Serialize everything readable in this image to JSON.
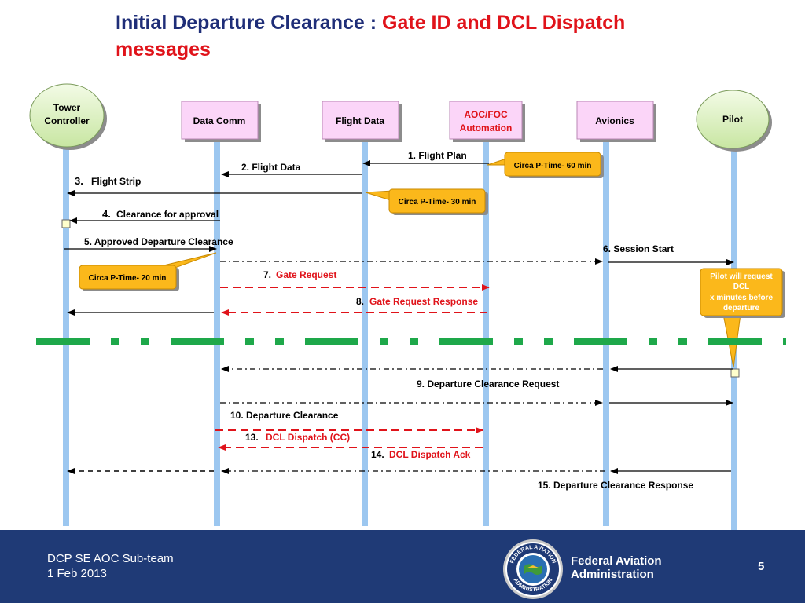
{
  "title": {
    "part1": "Initial Departure Clearance : ",
    "part2": "Gate ID and DCL Dispatch",
    "part3": "messages"
  },
  "lanes": {
    "tower_line1": "Tower",
    "tower_line2": "Controller",
    "datacomm": "Data Comm",
    "flightdata": "Flight Data",
    "aoc_line1": "AOC/FOC",
    "aoc_line2": "Automation",
    "avionics": "Avionics",
    "pilot": "Pilot"
  },
  "messages": {
    "m1": "1.  Flight Plan",
    "m2": "2.  Flight Data",
    "m3_num": "3.",
    "m3_text": "Flight Strip",
    "m4_num": "4.",
    "m4_text": "Clearance for approval",
    "m5": "5.  Approved Departure Clearance",
    "m6": "6.  Session Start",
    "m7_num": "7.",
    "m7_text": "Gate Request",
    "m8_num": "8.",
    "m8_text": "Gate Request  Response",
    "m9": "9.  Departure Clearance Request",
    "m10": "10.  Departure Clearance",
    "m13_num": "13.",
    "m13_text": "DCL Dispatch (CC)",
    "m14_num": "14.",
    "m14_text": "DCL Dispatch Ack",
    "m15": "15.  Departure Clearance Response"
  },
  "callouts": {
    "c60": "Circa P-Time- 60 min",
    "c30": "Circa P-Time- 30 min",
    "c20": "Circa P-Time- 20 min",
    "pilot_line1": "Pilot will request",
    "pilot_line2": "DCL",
    "pilot_line3": "x minutes before",
    "pilot_line4": "departure"
  },
  "footer": {
    "team": "DCP SE AOC Sub-team",
    "date": "1 Feb 2013",
    "agency_line1": "Federal Aviation",
    "agency_line2": "Administration",
    "page": "5",
    "seal_top": "FEDERAL AVIATION",
    "seal_bottom": "ADMINISTRATION"
  },
  "colors": {
    "title_blue": "#1f2e78",
    "highlight_red": "#e0131a",
    "lifeline_blue": "#9cc7f0",
    "box_pink": "#fbd5f8",
    "circle_green": "#dcf0c0",
    "callout_orange": "#fbb81b",
    "separator_green": "#1ea84a",
    "footer_navy": "#1f3a76"
  }
}
